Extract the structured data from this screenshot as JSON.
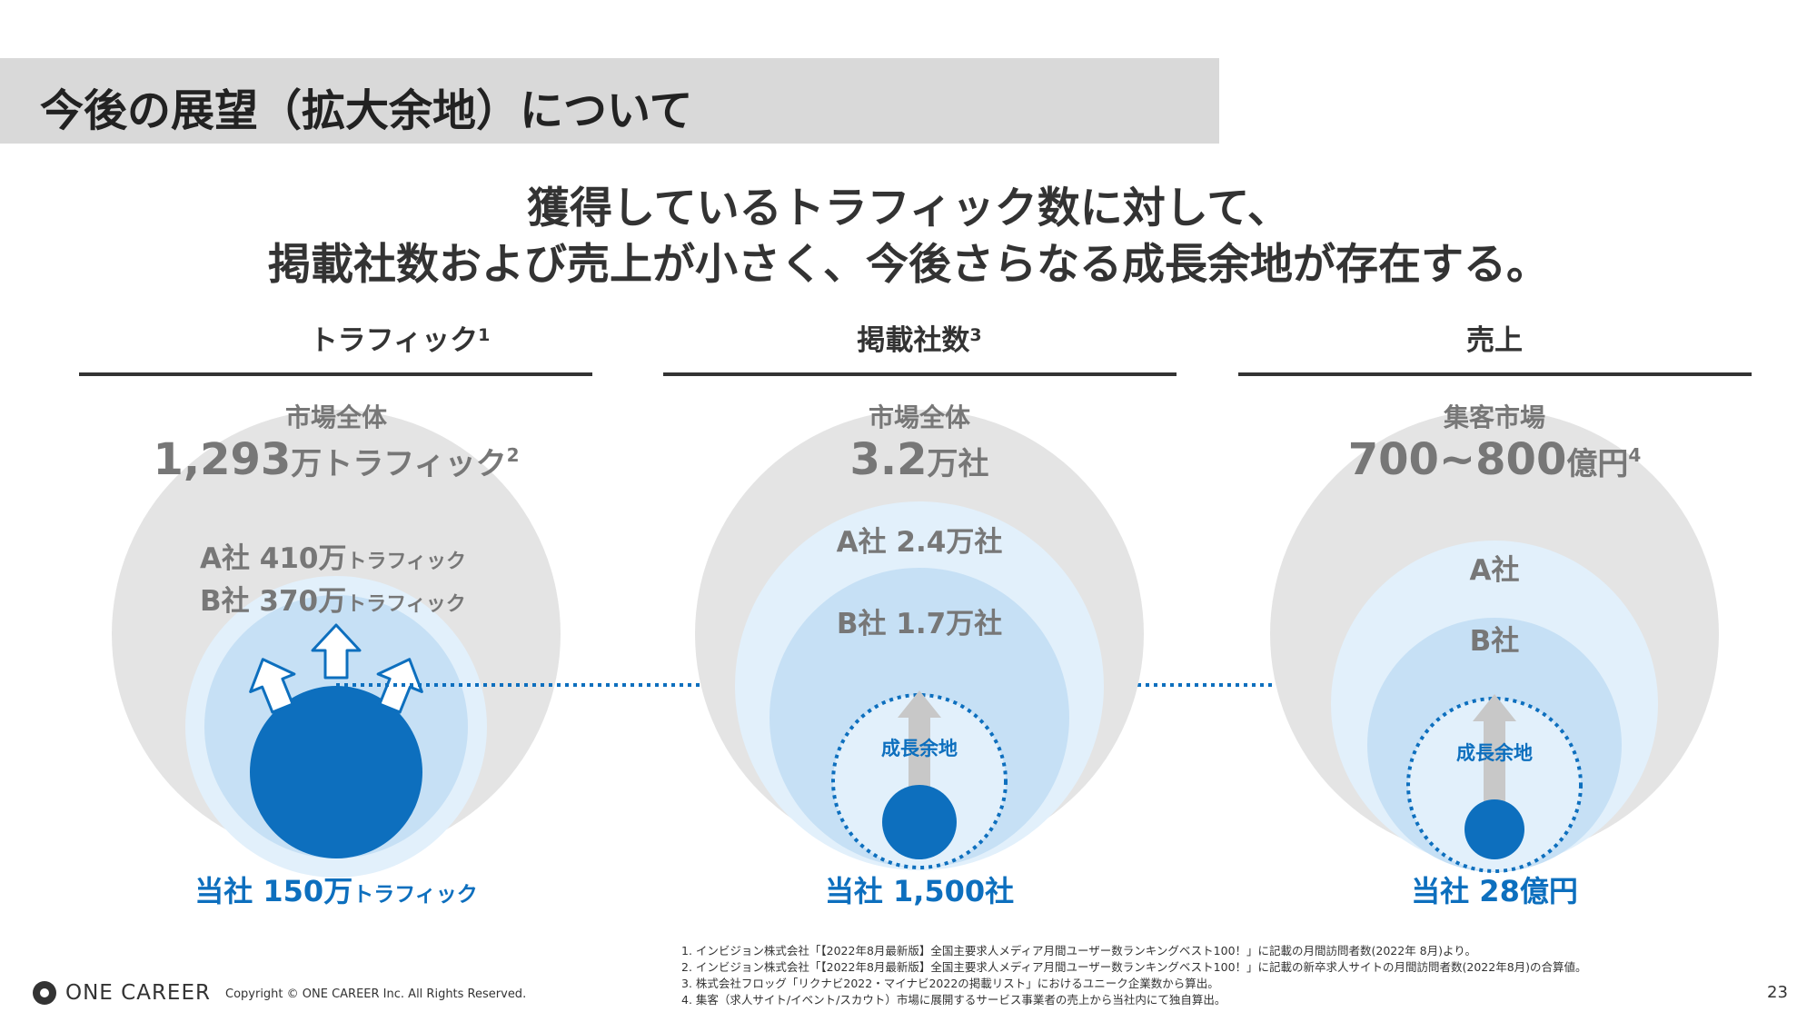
{
  "title": "今後の展望（拡大余地）について",
  "headline": {
    "line1": "獲得しているトラフィック数に対して、",
    "line2": "掲載社数および売上が小さく、今後さらなる成長余地が存在する。"
  },
  "columns": [
    {
      "header": "トラフィック",
      "header_sup": "1",
      "market_label": "市場全体",
      "market_value": "1,293",
      "market_unit": "万トラフィック",
      "market_sup": "2",
      "companies": [
        {
          "text": "A社 410万",
          "suffix": "トラフィック"
        },
        {
          "text": "B社 370万",
          "suffix": "トラフィック"
        }
      ],
      "ours": {
        "text": "当社 150万",
        "suffix": "トラフィック"
      }
    },
    {
      "header": "掲載社数",
      "header_sup": "3",
      "market_label": "市場全体",
      "market_value": "3.2",
      "market_unit": "万社",
      "companies": [
        {
          "text": "A社 2.4万社"
        },
        {
          "text": "B社 1.7万社"
        }
      ],
      "growth_label": "成長余地",
      "ours": {
        "text": "当社 1,500社"
      }
    },
    {
      "header": "売上",
      "market_label": "集客市場",
      "market_value": "700~800",
      "market_unit": "億円",
      "market_sup": "4",
      "companies": [
        {
          "text": "A社"
        },
        {
          "text": "B社"
        }
      ],
      "growth_label": "成長余地",
      "ours": {
        "text": "当社 28億円"
      }
    }
  ],
  "footnotes": [
    "1.  インビジョン株式会社「【2022年8月最新版】全国主要求人メディア月間ユーザー数ランキングベスト100！」に記載の月間訪問者数(2022年 8月)より。",
    "2.  インビジョン株式会社「【2022年8月最新版】全国主要求人メディア月間ユーザー数ランキングベスト100！」に記載の新卒求人サイトの月間訪問者数(2022年8月)の合算値。",
    "3.  株式会社フロッグ「リクナビ2022・マイナビ2022の掲載リスト」におけるユニーク企業数から算出。",
    "4.  集客（求人サイト/イベント/スカウト）市場に展開するサービス事業者の売上から当社内にて独自算出。"
  ],
  "logo_text": "ONE CAREER",
  "copyright": "Copyright © ONE CAREER Inc. All Rights Reserved.",
  "page_number": "23",
  "colors": {
    "market_circle": "#e4e4e4",
    "company_a_circle": "#e2f0fb",
    "company_b_circle": "#c6e0f5",
    "ours": "#0d6fbe",
    "arrow_gray": "#c8c8c8",
    "header_rule": "#333333",
    "muted_text": "#777777"
  }
}
